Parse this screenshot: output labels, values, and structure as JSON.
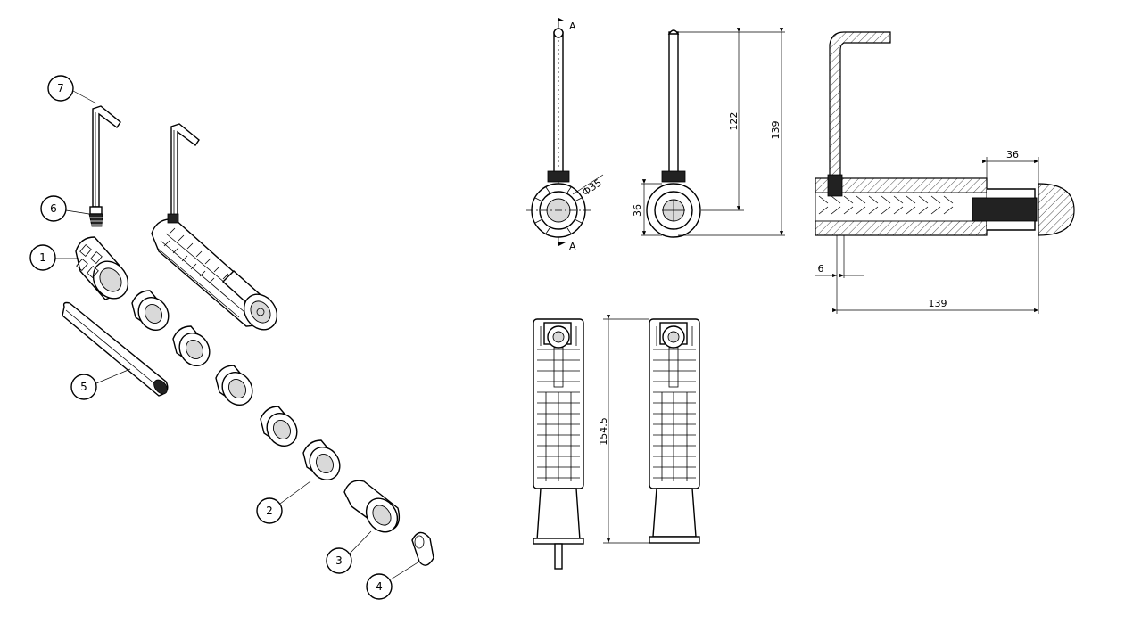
{
  "balloons": [
    "7",
    "6",
    "1",
    "5",
    "2",
    "3",
    "4"
  ],
  "section_marker": "A",
  "dims": {
    "diameter": "Ф35",
    "height_36": "36",
    "len_122": "122",
    "len_139": "139",
    "len_36_top": "36",
    "len_6": "6",
    "len_139_bottom": "139",
    "len_154": "154.5"
  }
}
